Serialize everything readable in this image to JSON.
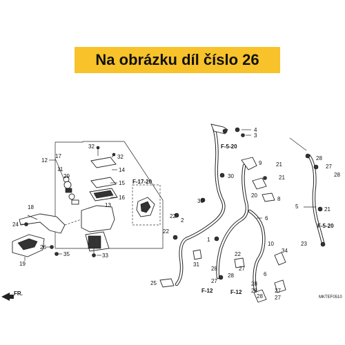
{
  "banner": {
    "text": "Na obrázku díl číslo 26",
    "color": "#f7c22a"
  },
  "callouts": {
    "c1": "1",
    "c2": "2",
    "c3": "3",
    "c4": "4",
    "c5": "5",
    "c6": "6",
    "c8": "8",
    "c9": "9",
    "c10": "10",
    "c11": "11",
    "c12": "12",
    "c13": "13",
    "c14": "14",
    "c15": "15",
    "c16": "16",
    "c17": "17",
    "c18": "18",
    "c19": "19",
    "c20": "20",
    "c21": "21",
    "c22": "22",
    "c23": "23",
    "c24": "24",
    "c25": "25",
    "c26": "26",
    "c27": "27",
    "c28": "28",
    "c29": "29",
    "c30": "30",
    "c31": "31",
    "c32": "32",
    "c33": "33",
    "c34": "34",
    "c35": "35"
  },
  "references": {
    "f5_20": "F-5-20",
    "f17_20": "F-17-20",
    "f12": "F-12"
  },
  "direction_label": "FR.",
  "diagram_code": "MKTEF0510"
}
